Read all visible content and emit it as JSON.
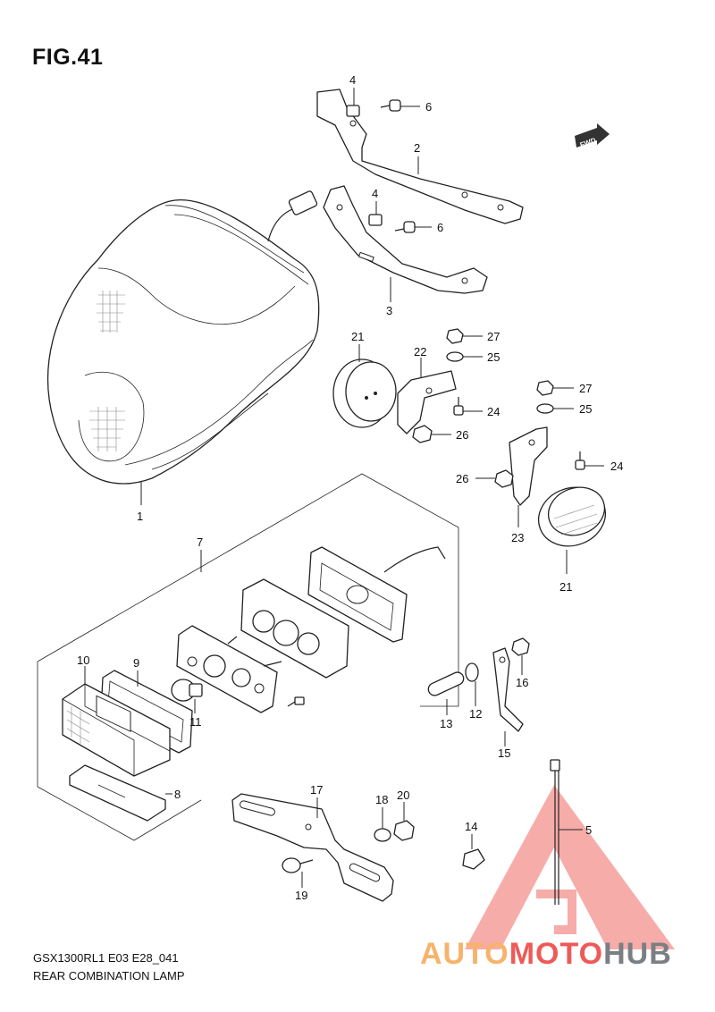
{
  "figure": {
    "title": "FIG.41",
    "code": "GSX1300RL1 E03 E28_041",
    "description": "REAR COMBINATION LAMP"
  },
  "fwd_label": "FWD",
  "callouts": [
    {
      "id": "c1",
      "text": "1"
    },
    {
      "id": "c2",
      "text": "2"
    },
    {
      "id": "c3",
      "text": "3"
    },
    {
      "id": "c4a",
      "text": "4"
    },
    {
      "id": "c4b",
      "text": "4"
    },
    {
      "id": "c5",
      "text": "5"
    },
    {
      "id": "c6a",
      "text": "6"
    },
    {
      "id": "c6b",
      "text": "6"
    },
    {
      "id": "c7",
      "text": "7"
    },
    {
      "id": "c8",
      "text": "8"
    },
    {
      "id": "c9",
      "text": "9"
    },
    {
      "id": "c10",
      "text": "10"
    },
    {
      "id": "c11",
      "text": "11"
    },
    {
      "id": "c12",
      "text": "12"
    },
    {
      "id": "c13",
      "text": "13"
    },
    {
      "id": "c14",
      "text": "14"
    },
    {
      "id": "c15",
      "text": "15"
    },
    {
      "id": "c16",
      "text": "16"
    },
    {
      "id": "c17",
      "text": "17"
    },
    {
      "id": "c18",
      "text": "18"
    },
    {
      "id": "c19",
      "text": "19"
    },
    {
      "id": "c20",
      "text": "20"
    },
    {
      "id": "c21a",
      "text": "21"
    },
    {
      "id": "c21b",
      "text": "21"
    },
    {
      "id": "c22",
      "text": "22"
    },
    {
      "id": "c23",
      "text": "23"
    },
    {
      "id": "c24a",
      "text": "24"
    },
    {
      "id": "c24b",
      "text": "24"
    },
    {
      "id": "c25a",
      "text": "25"
    },
    {
      "id": "c25b",
      "text": "25"
    },
    {
      "id": "c26a",
      "text": "26"
    },
    {
      "id": "c26b",
      "text": "26"
    },
    {
      "id": "c27a",
      "text": "27"
    },
    {
      "id": "c27b",
      "text": "27"
    }
  ],
  "watermark": {
    "part1": "AUTO",
    "part2": "MOTO",
    "part3": "HUB",
    "color1": "#f7b36b",
    "color2": "#ee5a57",
    "color3": "#7a7f84"
  }
}
